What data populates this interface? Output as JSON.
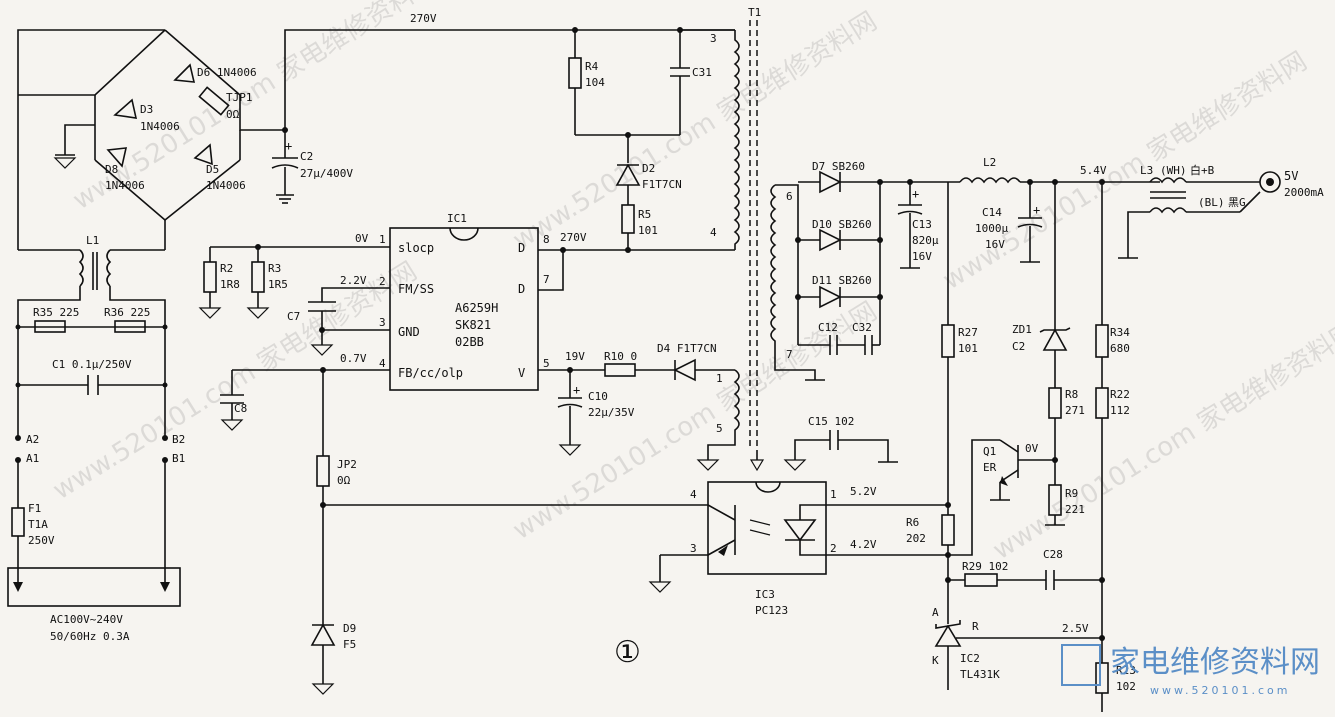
{
  "figure_mark": "①",
  "watermark": "www.520101.com 家电维修资料网",
  "logo": {
    "text": "家电维修资料网",
    "url": "www.520101.com"
  },
  "voltages": {
    "hv_bus": "270V",
    "pin1": "0V",
    "pin2": "2.2V",
    "pin4": "0.7V",
    "pin8": "270V",
    "vcc": "19V",
    "out": "5.4V",
    "opto1": "5.2V",
    "opto2": "4.2V",
    "q1": "0V",
    "ref": "2.5V"
  },
  "ic1": {
    "name": "IC1",
    "part1": "A6259H",
    "part2": "SK821",
    "part3": "02BB",
    "pins": {
      "p1": "slocp",
      "p2": "FM/SS",
      "p3": "GND",
      "p4": "FB/cc/olp",
      "p8": "D",
      "p7": "D",
      "p5": "V"
    },
    "nums": {
      "n1": "1",
      "n2": "2",
      "n3": "3",
      "n4": "4",
      "n8": "8",
      "n7": "7",
      "n5": "5"
    }
  },
  "ic3": {
    "name": "IC3",
    "part": "PC123",
    "p1": "1",
    "p2": "2",
    "p3": "3",
    "p4": "4"
  },
  "ic2": {
    "name": "IC2",
    "part": "TL431K",
    "a": "A",
    "k": "K",
    "r": "R"
  },
  "t1": {
    "name": "T1",
    "p3": "3",
    "p4": "4",
    "p1": "1",
    "p5": "5",
    "p6": "6",
    "p7": "7"
  },
  "components": {
    "d6": "D6 1N4006",
    "d3": "D3",
    "d3v": "1N4006",
    "d8": "D8",
    "d8v": "1N4006",
    "d5": "D5",
    "d5v": "1N4006",
    "tjp1": "TJP1",
    "tjp1v": "0Ω",
    "c2": "C2",
    "c2v": "27μ/400V",
    "r4": "R4",
    "r4v": "104",
    "c31": "C31",
    "d2": "D2",
    "d2v": "F1T7CN",
    "r5": "R5",
    "r5v": "101",
    "l1": "L1",
    "r35": "R35  225",
    "r36": "R36  225",
    "c1": "C1  0.1μ/250V",
    "a2": "A2",
    "a1": "A1",
    "b2": "B2",
    "b1": "B1",
    "f1": "F1",
    "f1a": "T1A",
    "f1b": "250V",
    "ac1": "AC100V~240V",
    "ac2": "50/60Hz 0.3A",
    "r2": "R2",
    "r2v": "1R8",
    "r3": "R3",
    "r3v": "1R5",
    "c7": "C7",
    "c8": "C8",
    "jp2": "JP2",
    "jp2v": "0Ω",
    "d9": "D9",
    "d9v": "F5",
    "r10": "R10  0",
    "d4": "D4  F1T7CN",
    "c10": "C10",
    "c10v": "22μ/35V",
    "c15": "C15  102",
    "d7": "D7  SB260",
    "d10": "D10  SB260",
    "d11": "D11  SB260",
    "c13": "C13",
    "c13v1": "820μ",
    "c13v2": "16V",
    "c12": "C12",
    "c32": "C32",
    "l2": "L2",
    "c14": "C14",
    "c14v1": "1000μ",
    "c14v2": "16V",
    "r27": "R27",
    "r27v": "101",
    "zd1": "ZD1",
    "zd1v": "C2",
    "r8": "R8",
    "r8v": "271",
    "r34": "R34",
    "r34v": "680",
    "r22": "R22",
    "r22v": "112",
    "q1": "Q1",
    "q1v": "ER",
    "r9": "R9",
    "r9v": "221",
    "r6": "R6",
    "r6v": "202",
    "r29": "R29  102",
    "c28": "C28",
    "r23": "R23",
    "r23v": "102",
    "l3": "L3",
    "l3wh": "(WH)",
    "l3bl": "(BL)",
    "white_b": "白+B",
    "black_g": "黑G",
    "out5v": "5V",
    "out_ma": "2000mA"
  }
}
